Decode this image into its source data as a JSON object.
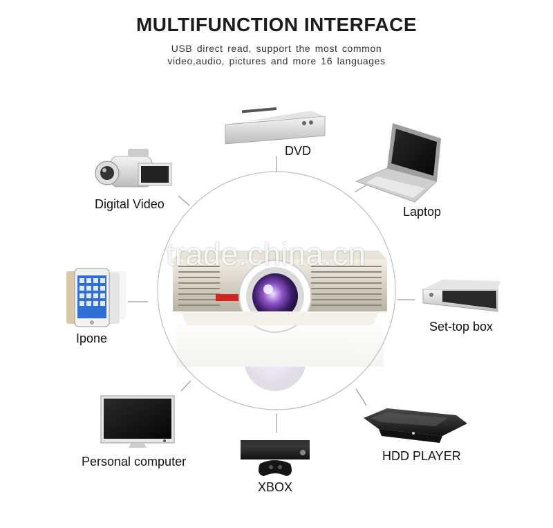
{
  "header": {
    "title": "MULTIFUNCTION INTERFACE",
    "subtitle_line1": "USB direct read, support the most common",
    "subtitle_line2": "video,audio, pictures and more 16 languages"
  },
  "watermark": "trade.china.cn",
  "devices": {
    "dvd": "DVD",
    "laptop": "Laptop",
    "digital_video": "Digital Video",
    "iphone": "Ipone",
    "settop": "Set-top box",
    "pc": "Personal computer",
    "xbox": "XBOX",
    "hdd": "HDD PLAYER"
  },
  "colors": {
    "accent_red": "#d0261f",
    "lens_purple": "#7a3fb0",
    "line_gray": "#9a9a9a"
  },
  "icons": [
    "projector-icon",
    "dvd-player-icon",
    "laptop-icon",
    "camcorder-icon",
    "smartphone-icon",
    "settop-box-icon",
    "monitor-icon",
    "xbox-console-icon",
    "hdd-player-icon"
  ]
}
